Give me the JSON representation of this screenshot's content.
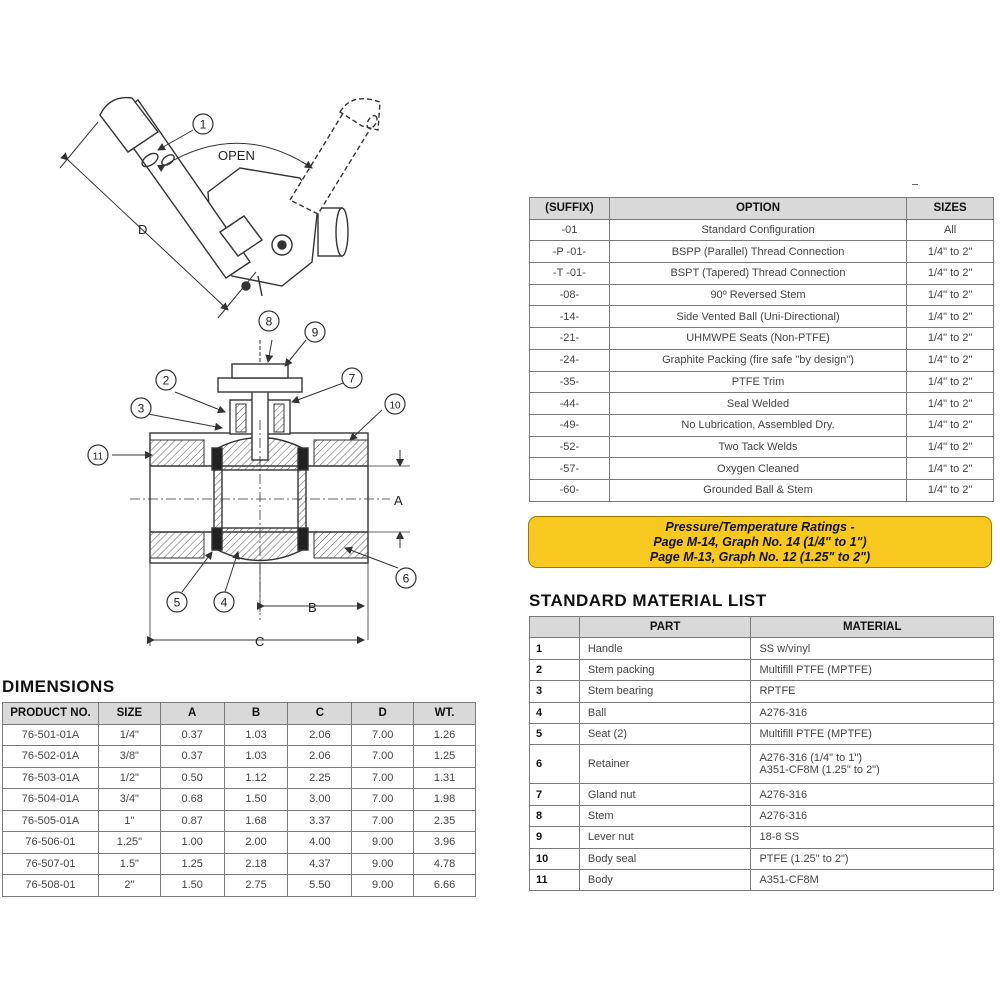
{
  "drawing": {
    "open_label": "OPEN",
    "dim_labels": {
      "a": "A",
      "b": "B",
      "c": "C",
      "d": "D"
    },
    "callouts": [
      "1",
      "2",
      "3",
      "4",
      "5",
      "6",
      "7",
      "8",
      "9",
      "10",
      "11"
    ]
  },
  "options_table": {
    "headers": [
      "(SUFFIX)",
      "OPTION",
      "SIZES"
    ],
    "rows": [
      [
        "-01",
        "Standard Configuration",
        "All"
      ],
      [
        "-P -01-",
        "BSPP (Parallel) Thread Connection",
        "1/4\" to 2\""
      ],
      [
        "-T -01-",
        "BSPT (Tapered) Thread Connection",
        "1/4\" to 2\""
      ],
      [
        "-08-",
        "90º Reversed Stem",
        "1/4\" to 2\""
      ],
      [
        "-14-",
        "Side Vented Ball (Uni-Directional)",
        "1/4\" to 2\""
      ],
      [
        "-21-",
        "UHMWPE Seats (Non-PTFE)",
        "1/4\" to 2\""
      ],
      [
        "-24-",
        "Graphite Packing (fire safe \"by design\")",
        "1/4\" to 2\""
      ],
      [
        "-35-",
        "PTFE Trim",
        "1/4\" to 2\""
      ],
      [
        "-44-",
        "Seal Welded",
        "1/4\" to 2\""
      ],
      [
        "-49-",
        "No Lubrication, Assembled Dry.",
        "1/4\" to 2\""
      ],
      [
        "-52-",
        "Two Tack Welds",
        "1/4\" to 2\""
      ],
      [
        "-57-",
        "Oxygen Cleaned",
        "1/4\" to 2\""
      ],
      [
        "-60-",
        "Grounded Ball & Stem",
        "1/4\" to 2\""
      ]
    ]
  },
  "ratings": {
    "line1": "Pressure/Temperature Ratings -",
    "line2": "Page M-14, Graph No. 14 (1/4\" to 1\")",
    "line3": "Page M-13, Graph No. 12 (1.25\" to 2\")"
  },
  "materials": {
    "title": "STANDARD MATERIAL LIST",
    "headers": [
      "",
      "PART",
      "MATERIAL"
    ],
    "rows": [
      [
        "1",
        "Handle",
        "SS w/vinyl"
      ],
      [
        "2",
        "Stem packing",
        "Multifill PTFE (MPTFE)"
      ],
      [
        "3",
        "Stem bearing",
        "RPTFE"
      ],
      [
        "4",
        "Ball",
        "A276-316"
      ],
      [
        "5",
        "Seat (2)",
        "Multifill PTFE (MPTFE)"
      ],
      [
        "6",
        "Retainer",
        "A276-316 (1/4\" to 1\")",
        "A351-CF8M (1.25\" to 2\")"
      ],
      [
        "7",
        "Gland nut",
        "A276-316"
      ],
      [
        "8",
        "Stem",
        "A276-316"
      ],
      [
        "9",
        "Lever nut",
        "18-8 SS"
      ],
      [
        "10",
        "Body seal",
        "PTFE (1.25\" to 2\")"
      ],
      [
        "11",
        "Body",
        "A351-CF8M"
      ]
    ]
  },
  "dimensions": {
    "title": "DIMENSIONS",
    "headers": [
      "PRODUCT NO.",
      "SIZE",
      "A",
      "B",
      "C",
      "D",
      "WT."
    ],
    "rows": [
      [
        "76-501-01A",
        "1/4\"",
        "0.37",
        "1.03",
        "2.06",
        "7.00",
        "1.26"
      ],
      [
        "76-502-01A",
        "3/8\"",
        "0.37",
        "1.03",
        "2.06",
        "7.00",
        "1.25"
      ],
      [
        "76-503-01A",
        "1/2\"",
        "0.50",
        "1.12",
        "2.25",
        "7.00",
        "1.31"
      ],
      [
        "76-504-01A",
        "3/4\"",
        "0.68",
        "1.50",
        "3.00",
        "7.00",
        "1.98"
      ],
      [
        "76-505-01A",
        "1\"",
        "0.87",
        "1.68",
        "3.37",
        "7.00",
        "2.35"
      ],
      [
        "76-506-01",
        "1.25\"",
        "1.00",
        "2.00",
        "4.00",
        "9.00",
        "3.96"
      ],
      [
        "76-507-01",
        "1.5\"",
        "1.25",
        "2.18",
        "4.37",
        "9.00",
        "4.78"
      ],
      [
        "76-508-01",
        "2\"",
        "1.50",
        "2.75",
        "5.50",
        "9.00",
        "6.66"
      ]
    ]
  }
}
